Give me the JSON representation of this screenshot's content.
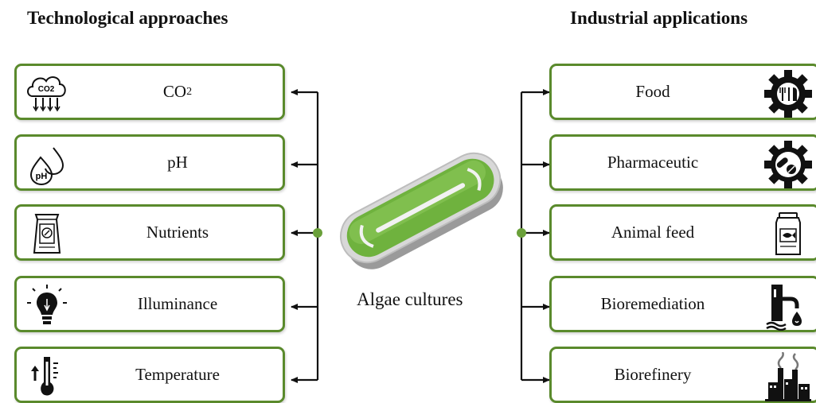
{
  "left_heading": "Technological approaches",
  "right_heading": "Industrial applications",
  "center_label": "Algae cultures",
  "left_items": [
    {
      "label": "CO",
      "sub": "2",
      "icon": "co2-cloud-icon"
    },
    {
      "label": "pH",
      "sub": "",
      "icon": "ph-drops-icon"
    },
    {
      "label": "Nutrients",
      "sub": "",
      "icon": "nutrient-bag-icon"
    },
    {
      "label": "Illuminance",
      "sub": "",
      "icon": "light-bulb-icon"
    },
    {
      "label": "Temperature",
      "sub": "",
      "icon": "thermometer-icon"
    }
  ],
  "right_items": [
    {
      "label": "Food",
      "icon": "food-gear-icon"
    },
    {
      "label": "Pharmaceutic",
      "icon": "pills-gear-icon"
    },
    {
      "label": "Animal feed",
      "icon": "feed-jar-icon"
    },
    {
      "label": "Bioremediation",
      "icon": "bioremediation-icon"
    },
    {
      "label": "Biorefinery",
      "icon": "refinery-icon"
    }
  ],
  "colors": {
    "box_border": "#5a8a2c",
    "node": "#6aa03a",
    "algae_green": "#6fb23e",
    "line": "#111111"
  },
  "co2_icon_text": "CO2",
  "ph_icon_text": "pH"
}
